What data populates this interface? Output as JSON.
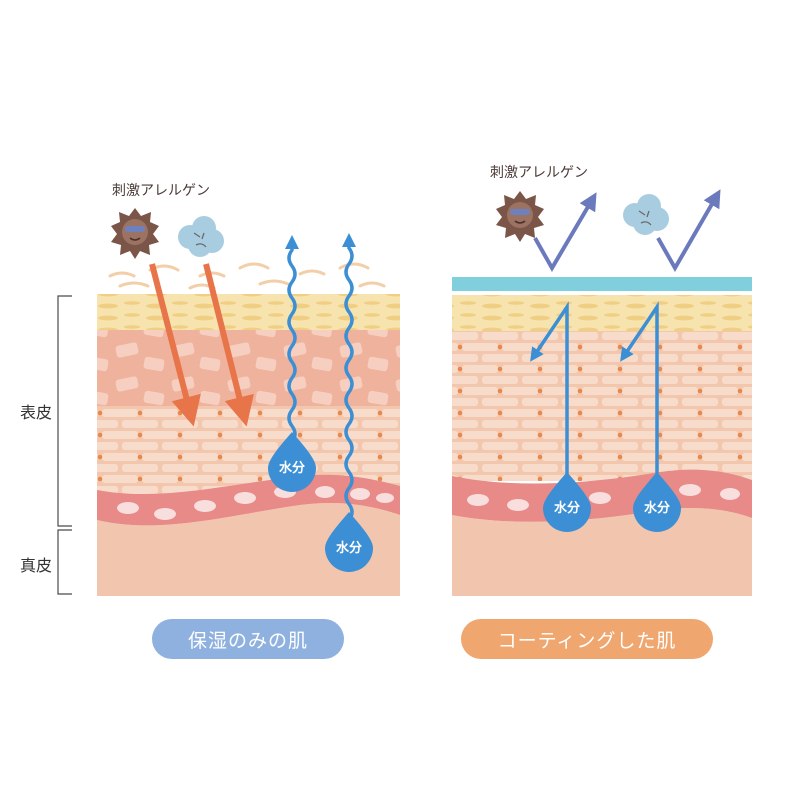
{
  "left_panel": {
    "allergen_label": "刺激アレルゲン",
    "water_labels": [
      "水分",
      "水分"
    ],
    "caption": "保湿のみの肌"
  },
  "right_panel": {
    "allergen_label": "刺激アレルゲン",
    "water_labels": [
      "水分",
      "水分"
    ],
    "caption": "コーティングした肌"
  },
  "layer_labels": {
    "epidermis": "表皮",
    "dermis": "真皮"
  },
  "colors": {
    "water": "#3c8fd4",
    "allergen_arrow": "#e8744a",
    "deflect_arrow": "#6b79bd",
    "coating": "#7fcfdd",
    "caption_left": "#8fb1df",
    "caption_right": "#f0a66f",
    "stratum_corneum": "#f6e2a8",
    "spinous": "#f0b49c",
    "granular": "#f8dcc8",
    "basal_wave": "#e88a8a",
    "dermis": "#f2c6ae"
  },
  "icons": [
    "virus-allergen-icon",
    "pollen-allergen-icon",
    "water-drop-icon"
  ]
}
